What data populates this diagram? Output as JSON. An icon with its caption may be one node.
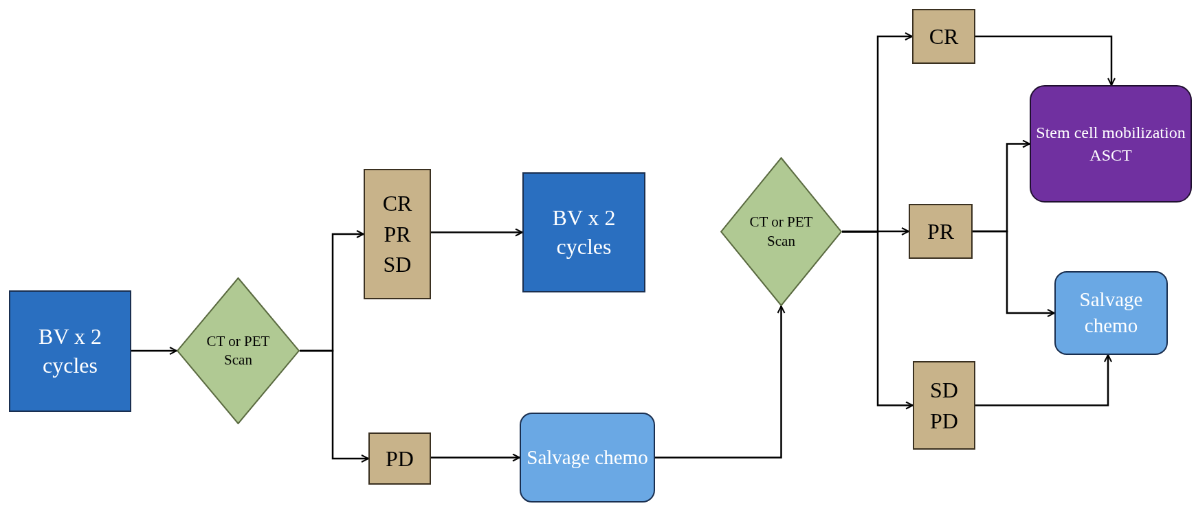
{
  "diagram": {
    "nodes": [
      {
        "text": [
          "BV x 2 cycles"
        ]
      },
      {
        "text": [
          "CT or PET Scan"
        ]
      },
      {
        "text": [
          "CR PR SD"
        ]
      },
      {
        "text": [
          "PD"
        ]
      },
      {
        "text": [
          "BV x 2 cycles"
        ]
      },
      {
        "text": [
          "Salvage chemo"
        ]
      },
      {
        "text": [
          "CT or PET Scan"
        ]
      },
      {
        "text": [
          "CR"
        ]
      },
      {
        "text": [
          "Stem cell mobilization ASCT"
        ]
      },
      {
        "text": [
          "PR"
        ]
      },
      {
        "text": [
          "Salvage chemo"
        ]
      },
      {
        "text": [
          "SD PD"
        ]
      }
    ],
    "edges": [
      {
        "from": 0,
        "to": 1,
        "arrow": "to"
      },
      {
        "from": 1,
        "to": 2,
        "arrow": "to"
      },
      {
        "from": 1,
        "to": 3,
        "arrow": "to"
      },
      {
        "from": 2,
        "to": 4,
        "arrow": "to"
      },
      {
        "from": 3,
        "to": 5,
        "arrow": "to"
      },
      {
        "from": 5,
        "to": 6,
        "arrow": "to"
      },
      {
        "from": 6,
        "to": 7,
        "arrow": "to"
      },
      {
        "from": 6,
        "to": 9,
        "arrow": "to"
      },
      {
        "from": 6,
        "to": 11,
        "arrow": "to"
      },
      {
        "from": 7,
        "to": 8,
        "arrow": "to"
      },
      {
        "from": 9,
        "to": 8,
        "arrow": "to"
      },
      {
        "from": 9,
        "to": 10,
        "arrow": "to"
      },
      {
        "from": 11,
        "to": 10,
        "arrow": "to"
      }
    ]
  }
}
